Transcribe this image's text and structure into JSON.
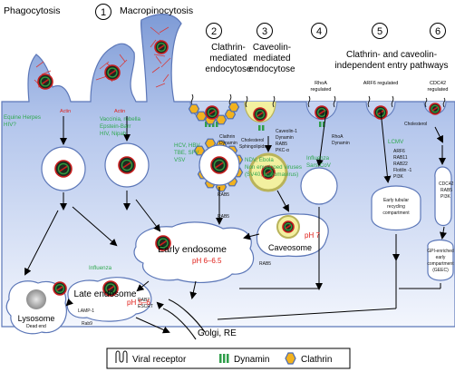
{
  "pathways": {
    "phagocytosis": "Phagocytosis",
    "p1": "1",
    "macropinocytosis": "Macropinocytosis",
    "p2": "2",
    "clathrin_l1": "Clathrin-",
    "clathrin_l2": "mediated",
    "clathrin_l3": "endocytose",
    "p3": "3",
    "caveolin_l1": "Caveolin-",
    "caveolin_l2": "mediated",
    "caveolin_l3": "endocytose",
    "p4": "4",
    "p5": "5",
    "p6": "6",
    "indep_l1": "Clathrin- and caveolin-",
    "indep_l2": "independent entry pathways"
  },
  "regulators": {
    "rhoa": "RhoA",
    "rhoa_sub": "regulated",
    "arf6": "ARF6 regulated",
    "cdc42": "CDC42",
    "cdc42_sub": "regulated"
  },
  "viruses": {
    "phago_1": "Equine Herpes",
    "phago_2": "HIV?",
    "macro_1": "Vaccinia, rubella",
    "macro_2": "Epstein-Barr",
    "macro_3": "HIV, Nipah",
    "clath_1": "HCV, HBV",
    "clath_2": "TBE, SFV",
    "clath_3": "VSV",
    "cav_1": "NDV, Ebola",
    "cav_2": "Non enveloped viruses",
    "cav_3": "(SV40, polyomavirus)",
    "rhoa_1": "Influenza",
    "rhoa_2": "Sars-CoV",
    "arf6_1": "LCMV",
    "late_flu": "Influenza"
  },
  "factors": {
    "actin": "Actin",
    "actin2": "Actin",
    "clathrin_dyn_1": "Clathrin",
    "clathrin_dyn_2": "Dynamin",
    "chol_1": "Cholesterol",
    "chol_2": "Sphingolipids",
    "cav_f_1": "Caveolin-1",
    "cav_f_2": "Dynamin",
    "cav_f_3": "RAB5",
    "cav_f_4": "PKC-α",
    "rhoa_f_1": "RhoA",
    "rhoa_f_2": "Dynamin",
    "arf_f_1": "ARF6",
    "arf_f_2": "RAB11",
    "arf_f_3": "RAB22",
    "arf_f_4": "Flotilin -1",
    "arf_f_5": "PI3K",
    "chol_6": "Cholesterol",
    "cdc_f_1": "CDC42",
    "cdc_f_2": "RAB5",
    "cdc_f_3": "PI3K",
    "rab5_a": "RAB5",
    "rab5_b": "RAB5",
    "rab5_c": "RAB5",
    "rab7": "RAB7",
    "escrt": "ESCRT",
    "lamp1": "LAMP-1",
    "rab9": "Rab9"
  },
  "compartments": {
    "caveosome": "Caveosome",
    "caveosome_ph": "pH 7",
    "early_endosome": "Early endosome",
    "early_ph": "pH 6–6.5",
    "late_endosome": "Late endosome",
    "late_ph": "pH 5–6",
    "lysosome": "Lysosome",
    "lysosome_sub": "Dead end",
    "golgi": "Golgi, RE",
    "recycling_1": "Early tubular",
    "recycling_2": "recycling",
    "recycling_3": "compartment",
    "geec_1": "GPI-enriched",
    "geec_2": "early",
    "geec_3": "compartment",
    "geec_4": "(GEEC)"
  },
  "legend": {
    "receptor": "Viral  receptor",
    "dynamin": "Dynamin",
    "clathrin": "Clathrin"
  },
  "colors": {
    "green_text": "#2fa84f",
    "red_text": "#e0201a",
    "cell_fill": "#a9bde6",
    "virus_red": "#c81e1e",
    "virus_green": "#2e9e3e",
    "clathrin": "#f2b21e",
    "lipid": "#f2f28a"
  }
}
